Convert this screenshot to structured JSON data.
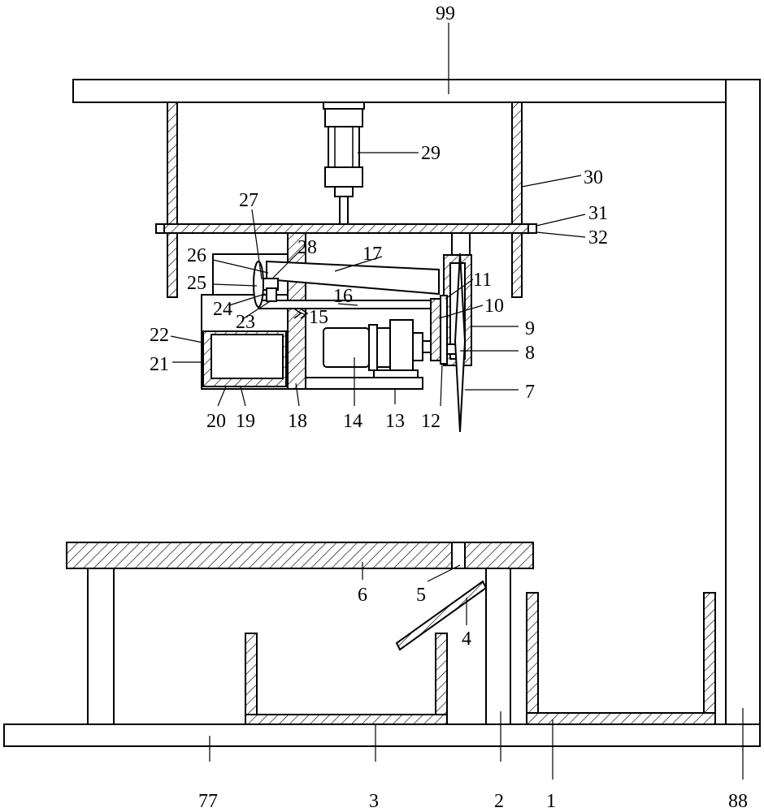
{
  "labels": {
    "l1": "1",
    "l2": "2",
    "l3": "3",
    "l4": "4",
    "l5": "5",
    "l6": "6",
    "l7": "7",
    "l8": "8",
    "l9": "9",
    "l10": "10",
    "l11": "11",
    "l12": "12",
    "l13": "13",
    "l14": "14",
    "l15": "15",
    "l16": "16",
    "l17": "17",
    "l18": "18",
    "l19": "19",
    "l20": "20",
    "l21": "21",
    "l22": "22",
    "l23": "23",
    "l24": "24",
    "l25": "25",
    "l26": "26",
    "l27": "27",
    "l28": "28",
    "l29": "29",
    "l30": "30",
    "l31": "31",
    "l32": "32",
    "l77": "77",
    "l88": "88",
    "l99": "99"
  }
}
